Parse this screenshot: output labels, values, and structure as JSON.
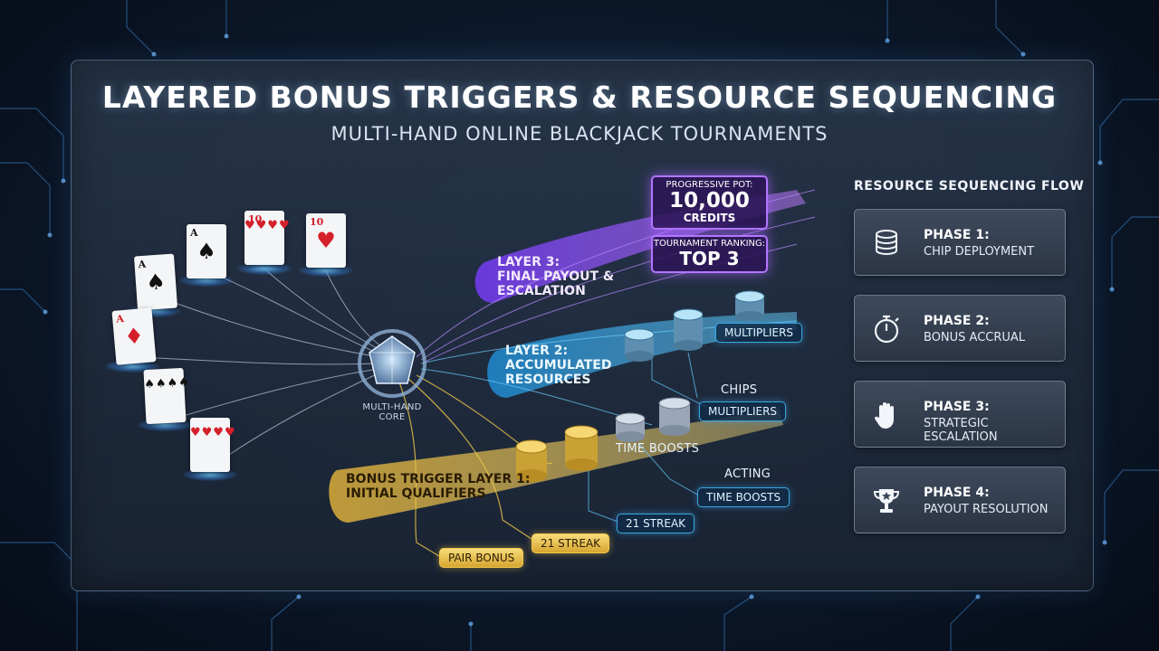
{
  "header": {
    "title": "LAYERED BONUS TRIGGERS & RESOURCE SEQUENCING",
    "subtitle": "MULTI-HAND ONLINE BLACKJACK TOURNAMENTS"
  },
  "core": {
    "label_line1": "MULTI-HAND",
    "label_line2": "CORE"
  },
  "cards": [
    {
      "rank": "A",
      "suit": "♠",
      "color": "black"
    },
    {
      "rank": "A",
      "suit": "♠",
      "color": "black"
    },
    {
      "rank": "A",
      "suit": "♦",
      "color": "red"
    },
    {
      "rank": "",
      "suit": "♠♠♠♠",
      "color": "black"
    },
    {
      "rank": "",
      "suit": "♥♥♥♥",
      "color": "red"
    },
    {
      "rank": "10",
      "suit": "♥♥♥♥",
      "color": "red"
    },
    {
      "rank": "10",
      "suit": "♥",
      "color": "red"
    }
  ],
  "layers": {
    "layer3": {
      "line1": "LAYER 3:",
      "line2": "FINAL PAYOUT &",
      "line3": "ESCALATION",
      "color": "#a662ff"
    },
    "layer2": {
      "line1": "LAYER 2:",
      "line2": "ACCUMULATED",
      "line3": "RESOURCES",
      "color": "#36b8ef"
    },
    "layer1": {
      "line1": "BONUS TRIGGER LAYER 1:",
      "line2": "INITIAL QUALIFIERS",
      "color": "#f2c84b"
    }
  },
  "rewards": {
    "pot_label": "PROGRESSIVE POT:",
    "pot_value": "10,000",
    "pot_unit": "CREDITS",
    "rank_label": "TOURNAMENT RANKING:",
    "rank_value": "TOP 3"
  },
  "tags": {
    "multipliers_top": "MULTIPLIERS",
    "chips": "CHIPS",
    "multipliers_mid": "MULTIPLIERS",
    "time_boosts_plain": "TIME BOOSTS",
    "acting": "ACTING",
    "time_boosts_pill": "TIME BOOSTS",
    "streak_blue": "21 STREAK",
    "streak_gold": "21 STREAK",
    "pair_bonus": "PAIR BONUS"
  },
  "flow": {
    "title": "RESOURCE SEQUENCING FLOW",
    "phases": [
      {
        "title": "PHASE 1:",
        "sub": "CHIP DEPLOYMENT",
        "icon": "chip-stack-icon"
      },
      {
        "title": "PHASE 2:",
        "sub": "BONUS ACCRUAL",
        "icon": "stopwatch-icon"
      },
      {
        "title": "PHASE 3:",
        "sub": "STRATEGIC ESCALATION",
        "icon": "hand-icon"
      },
      {
        "title": "PHASE 4:",
        "sub": "PAYOUT RESOLUTION",
        "icon": "trophy-icon"
      }
    ]
  }
}
